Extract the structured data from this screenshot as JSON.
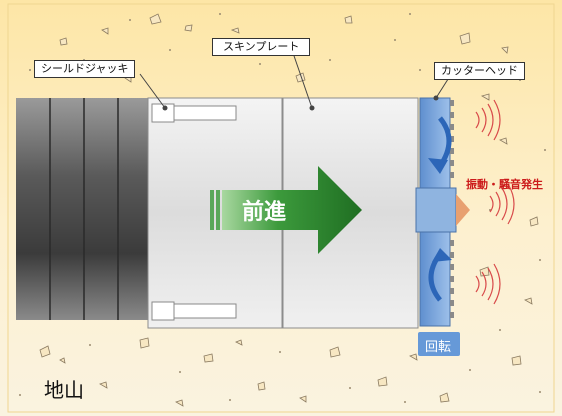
{
  "labels": {
    "shield_jack": "シールドジャッキ",
    "skin_plate": "スキンプレート",
    "cutter_head": "カッターヘッド",
    "advance": "前進",
    "vibration_noise": "振動・騒音発生",
    "rotation": "回転",
    "ground": "地山"
  },
  "colors": {
    "ground_top": "#fde9b0",
    "ground_bottom": "#fbf3dc",
    "arrow_green": "#2e8a2e",
    "cutter_blue": "#6e9fd6",
    "rotate_arrow": "#2f6fbf",
    "vibration_red": "#cc1a1a",
    "rotation_badge": "#6699d8"
  }
}
